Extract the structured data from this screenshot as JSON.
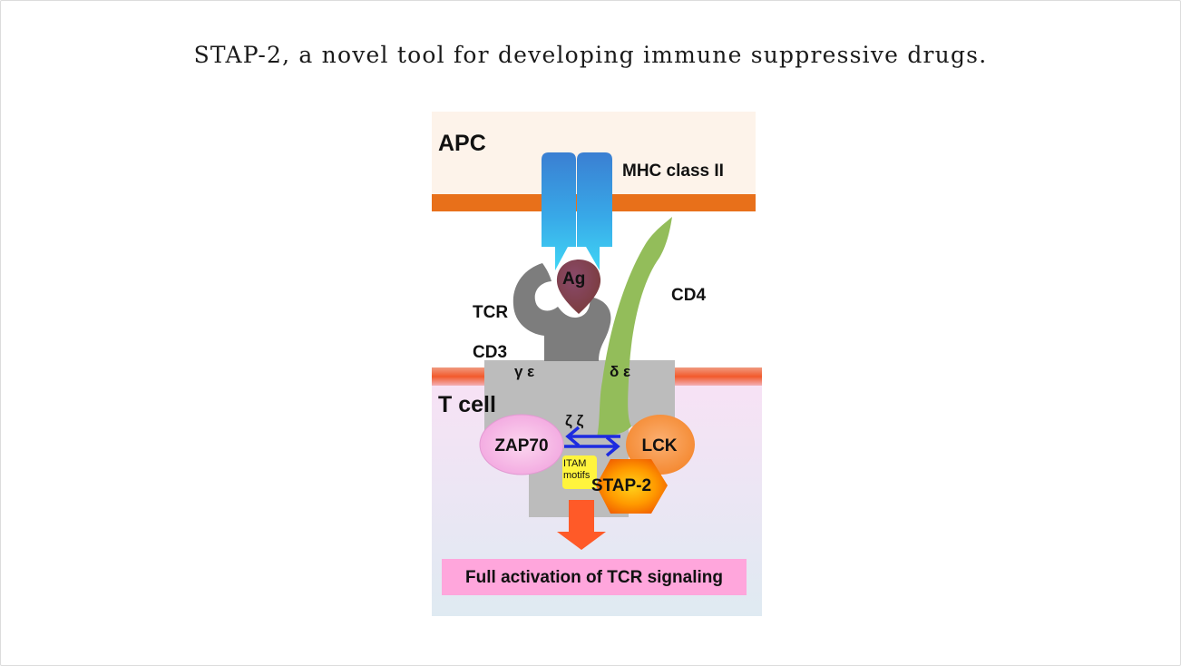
{
  "title": "STAP-2, a novel tool for developing immune suppressive drugs.",
  "diagram": {
    "apc_label": "APC",
    "mhc_label": "MHC class II",
    "ag_label": "Ag",
    "cd4_label": "CD4",
    "tcr_label": "TCR",
    "cd3_label": "CD3",
    "tcell_label": "T cell",
    "gamma_epsilon": "γ ε",
    "delta_epsilon": "δ ε",
    "zeta_zeta": "ζ ζ",
    "zap70_label": "ZAP70",
    "lck_label": "LCK",
    "itam_line1": "ITAM",
    "itam_line2": "motifs",
    "stap2_label": "STAP-2",
    "result_label": "Full activation of TCR signaling"
  },
  "colors": {
    "apc_background": "#fdf3ea",
    "membrane_orange": "#e8701a",
    "mhc_blue": "#3a86d6",
    "mhc_cyan": "#3fd0f2",
    "cd4_green": "#93bd5a",
    "tcr_gray": "#7d7d7d",
    "cd3_box_gray": "#bdbdbd",
    "tcell_background": "#f3e3f3",
    "zap70_pink": "#f6b6e6",
    "lck_orange": "#f7953f",
    "stap2_orange": "#f57f0c",
    "itam_yellow": "#fff43d",
    "arrow_blue": "#1d2be0",
    "result_arrow_red": "#ff5a28",
    "result_box_pink": "#ffa6dc"
  }
}
